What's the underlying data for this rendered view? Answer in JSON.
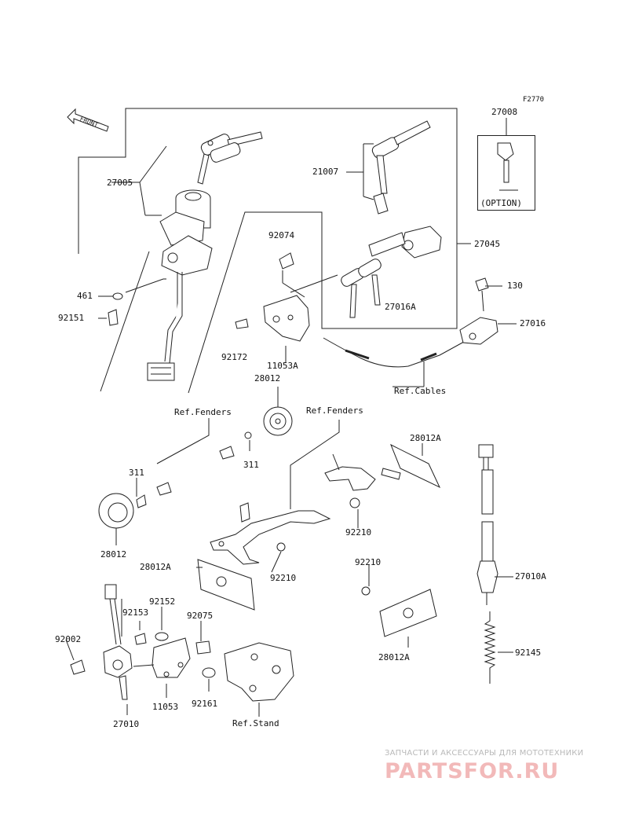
{
  "figure_code": "F2770",
  "front_label": "FRONT",
  "option_label": "(OPTION)",
  "watermark": {
    "tagline": "ЗАПЧАСТИ И АКСЕССУАРЫ ДЛЯ МОТОТЕХНИКИ",
    "logo": "PARTSFOR.RU",
    "color": "#f2b9b9"
  },
  "parts": [
    {
      "id": "p27008",
      "text": "27008"
    },
    {
      "id": "p27005",
      "text": "27005"
    },
    {
      "id": "p21007",
      "text": "21007"
    },
    {
      "id": "p27045",
      "text": "27045"
    },
    {
      "id": "p92074",
      "text": "92074"
    },
    {
      "id": "p461",
      "text": "461"
    },
    {
      "id": "p92151",
      "text": "92151"
    },
    {
      "id": "p27016A",
      "text": "27016A"
    },
    {
      "id": "p130",
      "text": "130"
    },
    {
      "id": "p27016",
      "text": "27016"
    },
    {
      "id": "p92172",
      "text": "92172"
    },
    {
      "id": "p11053A",
      "text": "11053A"
    },
    {
      "id": "pRefCables",
      "text": "Ref.Cables"
    },
    {
      "id": "p28012top",
      "text": "28012"
    },
    {
      "id": "pRefFenders1",
      "text": "Ref.Fenders"
    },
    {
      "id": "pRefFenders2",
      "text": "Ref.Fenders"
    },
    {
      "id": "p28012Atop",
      "text": "28012A"
    },
    {
      "id": "p311a",
      "text": "311"
    },
    {
      "id": "p311b",
      "text": "311"
    },
    {
      "id": "p28012left",
      "text": "28012"
    },
    {
      "id": "p92210a",
      "text": "92210"
    },
    {
      "id": "p28012Amid",
      "text": "28012A"
    },
    {
      "id": "p92210b",
      "text": "92210"
    },
    {
      "id": "p92210c",
      "text": "92210"
    },
    {
      "id": "p27010A",
      "text": "27010A"
    },
    {
      "id": "p92152",
      "text": "92152"
    },
    {
      "id": "p92153",
      "text": "92153"
    },
    {
      "id": "p92075",
      "text": "92075"
    },
    {
      "id": "p92002",
      "text": "92002"
    },
    {
      "id": "p92145",
      "text": "92145"
    },
    {
      "id": "p28012Abot",
      "text": "28012A"
    },
    {
      "id": "p11053",
      "text": "11053"
    },
    {
      "id": "p92161",
      "text": "92161"
    },
    {
      "id": "p27010",
      "text": "27010"
    },
    {
      "id": "pRefStand",
      "text": "Ref.Stand"
    }
  ]
}
